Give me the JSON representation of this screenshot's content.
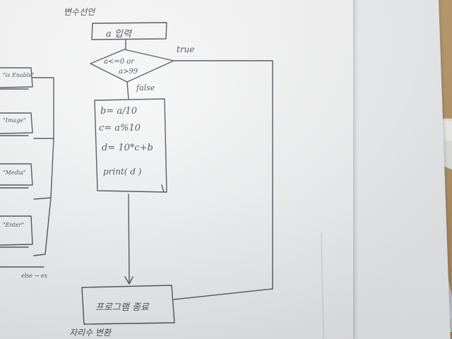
{
  "flowchart": {
    "start_label": "a 입력",
    "condition_line1": "a<=0 or",
    "condition_line2": "a>99",
    "true_label": "true",
    "false_label": "false",
    "process_lines": [
      "b= a/10",
      "c= a%10",
      "d= 10*c+b",
      "print( d )"
    ],
    "end_label": "프로그램 종료"
  },
  "header_note": "변수선언",
  "footer_note": "자리수 변환",
  "left_chart": {
    "labels": [
      "\"is Enable\"",
      "\"Image\"",
      "\"Media\"",
      "\"Enter\""
    ],
    "bottom_note": "else → ex"
  }
}
